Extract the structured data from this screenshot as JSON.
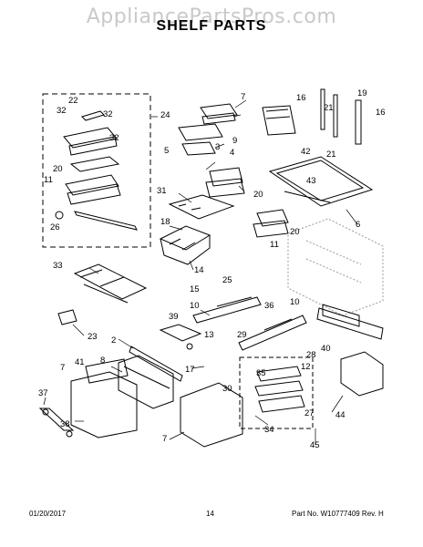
{
  "watermark": "AppliancePartsPros.com",
  "title": "SHELF PARTS",
  "callouts": [
    "22",
    "32",
    "32",
    "24",
    "32",
    "20",
    "11",
    "26",
    "5",
    "3",
    "4",
    "9",
    "7",
    "16",
    "21",
    "19",
    "16",
    "42",
    "21",
    "43",
    "20",
    "6",
    "31",
    "18",
    "14",
    "11",
    "20",
    "25",
    "15",
    "33",
    "10",
    "10",
    "36",
    "40",
    "39",
    "13",
    "29",
    "23",
    "2",
    "28",
    "17",
    "41",
    "8",
    "7",
    "12",
    "35",
    "30",
    "37",
    "27",
    "38",
    "34",
    "44",
    "45",
    "7"
  ],
  "footer": {
    "date": "01/20/2017",
    "page": "14",
    "part_label": "Part No. W10777409  Rev. H"
  }
}
